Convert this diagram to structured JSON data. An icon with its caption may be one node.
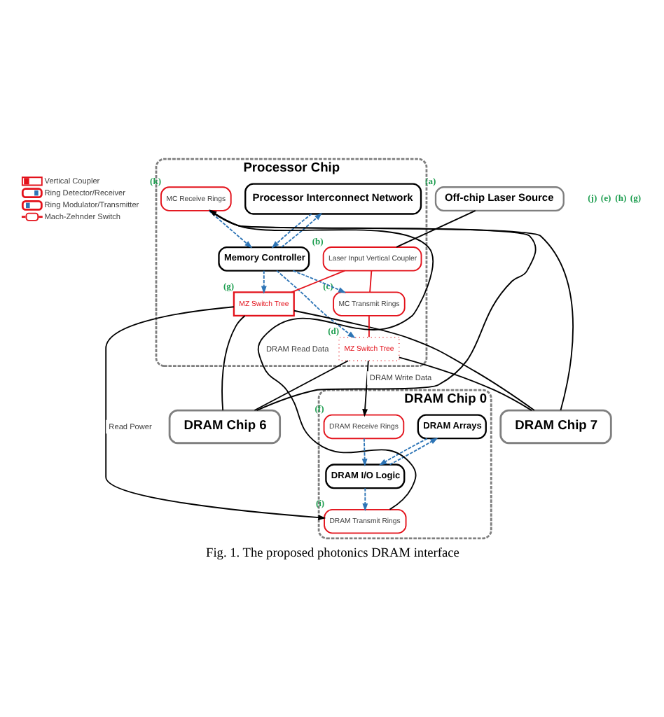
{
  "diagram": {
    "caption": "Fig. 1. The proposed photonics DRAM interface",
    "nodes": [
      {
        "text": [
          "Off-chip Laser Source"
        ],
        "beside": [
          "(a)"
        ]
      },
      {
        "text": [
          "Processor Chip"
        ]
      },
      {
        "text": [
          "Processor Interconnect Network"
        ],
        "in": 1
      },
      {
        "text": [
          "Memory Controller"
        ],
        "in": 1
      },
      {
        "text": [
          "MZ Switch Tree"
        ],
        "beside": [
          "(d)"
        ],
        "in": 1
      },
      {
        "text": [
          "MZ Switch Tree"
        ],
        "beside": [
          "(g)"
        ],
        "in": 1
      },
      {
        "text": [
          "Laser Input Vertical Coupler"
        ],
        "beside": [
          "(b)"
        ],
        "in": 1
      },
      {
        "text": [
          "MC Transmit Rings"
        ],
        "beside": [
          "(c)"
        ],
        "in": 1
      },
      {
        "text": [
          "MC Receive Rings"
        ],
        "beside": [
          "(k)"
        ],
        "in": 1
      },
      {
        "text": [
          "DRAM Chip 0"
        ]
      },
      {
        "text": [
          "DRAM Arrays"
        ],
        "in": 9
      },
      {
        "text": [
          "DRAM I/O Logic"
        ],
        "in": 9
      },
      {
        "text": [
          "DRAM Transmit Rings"
        ],
        "beside": [
          "(i)"
        ],
        "in": 9
      },
      {
        "text": [
          "DRAM Receive Rings"
        ],
        "beside": [
          "(f)"
        ],
        "in": 9
      },
      {
        "text": [
          "DRAM Chip 6"
        ]
      },
      {
        "text": [
          "DRAM Chip 7"
        ]
      }
    ],
    "edges": [
      {
        "from": 0,
        "to": 6,
        "arrow": "none"
      },
      {
        "from": 6,
        "to": 7,
        "arrow": "none",
        "color": "#e3121b"
      },
      {
        "from": 7,
        "to": 4,
        "arrow": "none",
        "color": "#e3121b"
      },
      {
        "from": 6,
        "to": 5,
        "arrow": "none",
        "color": "#e3121b"
      },
      {
        "from": 2,
        "to": 3,
        "arrow": "to",
        "style": "dashed",
        "color": "#2e75b6"
      },
      {
        "from": 3,
        "to": 2,
        "arrow": "to",
        "style": "dashed",
        "color": "#2e75b6"
      },
      {
        "from": 3,
        "to": 7,
        "arrow": "to",
        "style": "dashed",
        "color": "#2e75b6"
      },
      {
        "from": 8,
        "to": 3,
        "arrow": "to",
        "style": "dashed",
        "color": "#2e75b6"
      },
      {
        "from": 3,
        "to": 4,
        "arrow": "to",
        "style": "dashed",
        "color": "#2e75b6"
      },
      {
        "from": 3,
        "to": 5,
        "arrow": "to",
        "style": "dashed",
        "color": "#2e75b6"
      },
      {
        "from": 4,
        "to": 13,
        "arrow": "to",
        "label": "DRAM Write Data"
      },
      {
        "from": 5,
        "to": 12,
        "arrow": "to",
        "label": "Read Power"
      },
      {
        "from": 12,
        "to": 8,
        "arrow": "to",
        "label": "DRAM Read Data"
      },
      {
        "from": 10,
        "to": 11,
        "arrow": "to",
        "style": "dashed",
        "color": "#2e75b6"
      },
      {
        "from": 11,
        "to": 10,
        "arrow": "to",
        "style": "dashed",
        "color": "#2e75b6"
      },
      {
        "from": 11,
        "to": 12,
        "arrow": "to",
        "style": "dashed",
        "color": "#2e75b6"
      },
      {
        "from": 13,
        "to": 11,
        "arrow": "to",
        "style": "dashed",
        "color": "#2e75b6"
      },
      {
        "from": 4,
        "to": 14,
        "arrow": "none"
      },
      {
        "from": 14,
        "to": 8,
        "arrow": "none"
      },
      {
        "from": 5,
        "to": 14,
        "arrow": "none"
      },
      {
        "from": 4,
        "to": 15,
        "arrow": "none"
      },
      {
        "from": 15,
        "to": 8,
        "arrow": "none"
      },
      {
        "from": 5,
        "to": 15,
        "arrow": "none"
      }
    ],
    "labels": [
      "(j)",
      "(e)",
      "(h)",
      "(g)"
    ],
    "legend": [
      {
        "text": "Vertical Coupler"
      },
      {
        "text": "Ring Detector/Receiver"
      },
      {
        "text": "Ring Modulator/Transmitter"
      },
      {
        "text": "Mach-Zehnder Switch"
      }
    ]
  }
}
